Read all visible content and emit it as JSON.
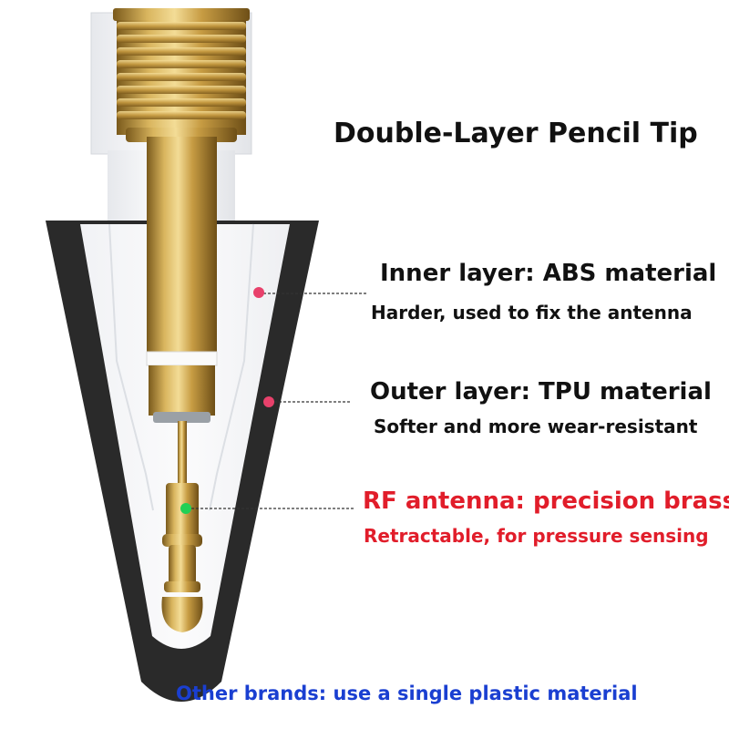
{
  "title": "Double-Layer Pencil Tip",
  "callouts": {
    "inner_layer": {
      "heading": "Inner layer: ABS material",
      "description": "Harder, used to fix the antenna",
      "marker_color": "#e8416b"
    },
    "outer_layer": {
      "heading": "Outer layer: TPU material",
      "description": "Softer and more wear-resistant",
      "marker_color": "#e8416b"
    },
    "rf_antenna": {
      "heading": "RF antenna: precision brass",
      "description": "Retractable, for pressure sensing",
      "marker_color": "#22d055"
    }
  },
  "footer_note": "Other brands: use a single plastic material",
  "colors": {
    "title_text": "#111111",
    "label_text": "#111111",
    "highlight_text": "#e11d2a",
    "footer_text": "#1a3fd1",
    "outer_shell": "#2a2a2a",
    "inner_core": "#f4f5f7",
    "brass": "#c9a24a"
  }
}
